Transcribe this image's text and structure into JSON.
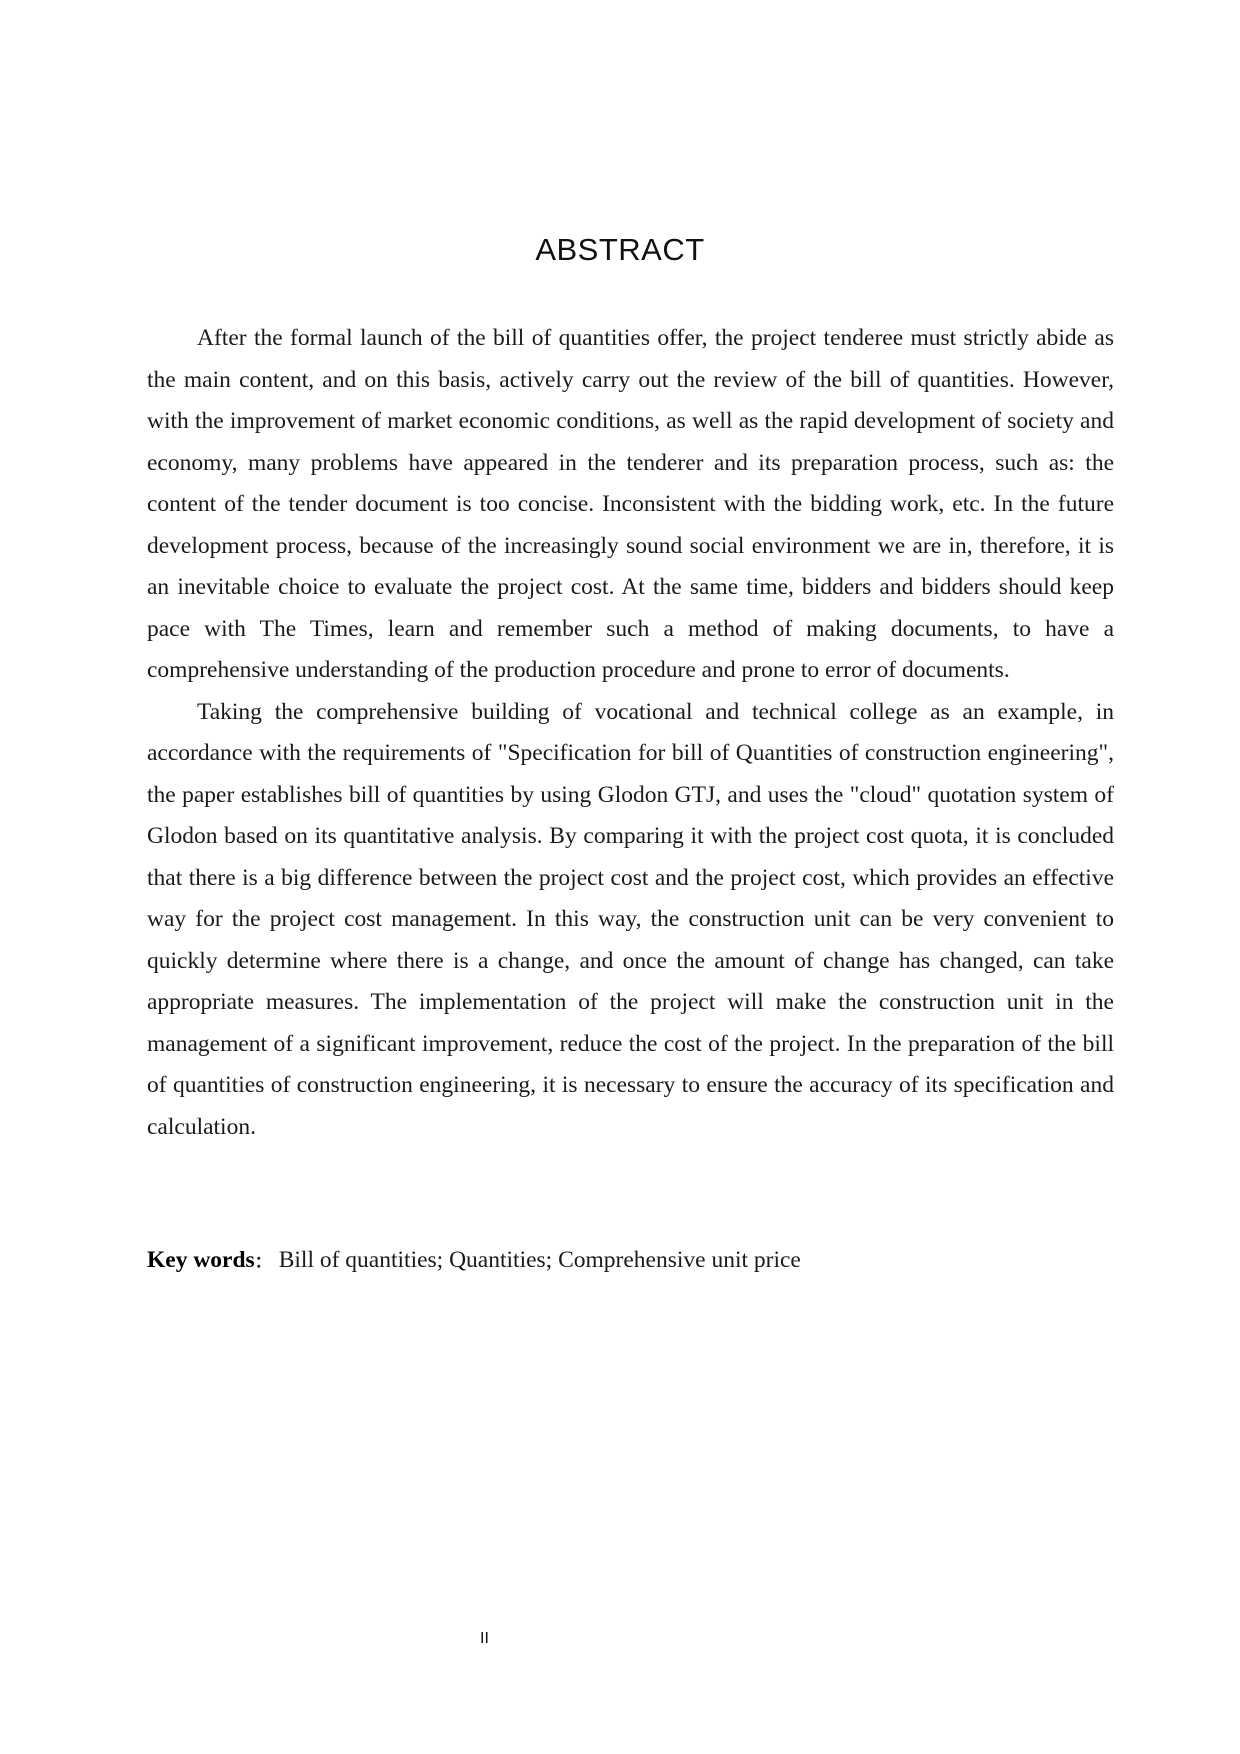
{
  "page": {
    "title": "ABSTRACT",
    "paragraphs": [
      "After the formal launch of the bill of quantities offer, the project tenderee must strictly abide as the main content, and on this basis, actively carry out the review of the bill of quantities. However, with the improvement of market economic conditions, as well as the rapid development of society and economy, many problems have appeared in the tenderer and its preparation process, such as: the content of the tender document is too concise. Inconsistent with the bidding work, etc. In the future development process, because of the increasingly sound social environment we are in, therefore, it is an inevitable choice to evaluate the project cost. At the same time, bidders and bidders should keep pace with The Times, learn and remember such a method of making documents, to have a comprehensive understanding of the production procedure and prone to error of documents.",
      "Taking the comprehensive building of vocational and technical college as an example, in accordance with the requirements of \"Specification for bill of Quantities of construction engineering\", the paper establishes bill of quantities by using Glodon GTJ, and uses the \"cloud\" quotation system of Glodon based on its quantitative analysis. By comparing it with the project cost quota, it is concluded that there is a big difference between the project cost and the project cost, which provides an effective way for the project cost management. In this way, the construction unit can be very convenient to quickly determine where there is a change, and once the amount of change has changed, can take appropriate measures. The implementation of the project will make the construction unit in the management of a significant improvement, reduce the cost of the project. In the preparation of the bill of quantities of construction engineering, it is necessary to ensure the accuracy of its specification and calculation."
    ],
    "keywords": {
      "label": "Key words",
      "separator": "：",
      "value": "Bill of quantities; Quantities; Comprehensive unit price"
    },
    "page_number": "II"
  }
}
